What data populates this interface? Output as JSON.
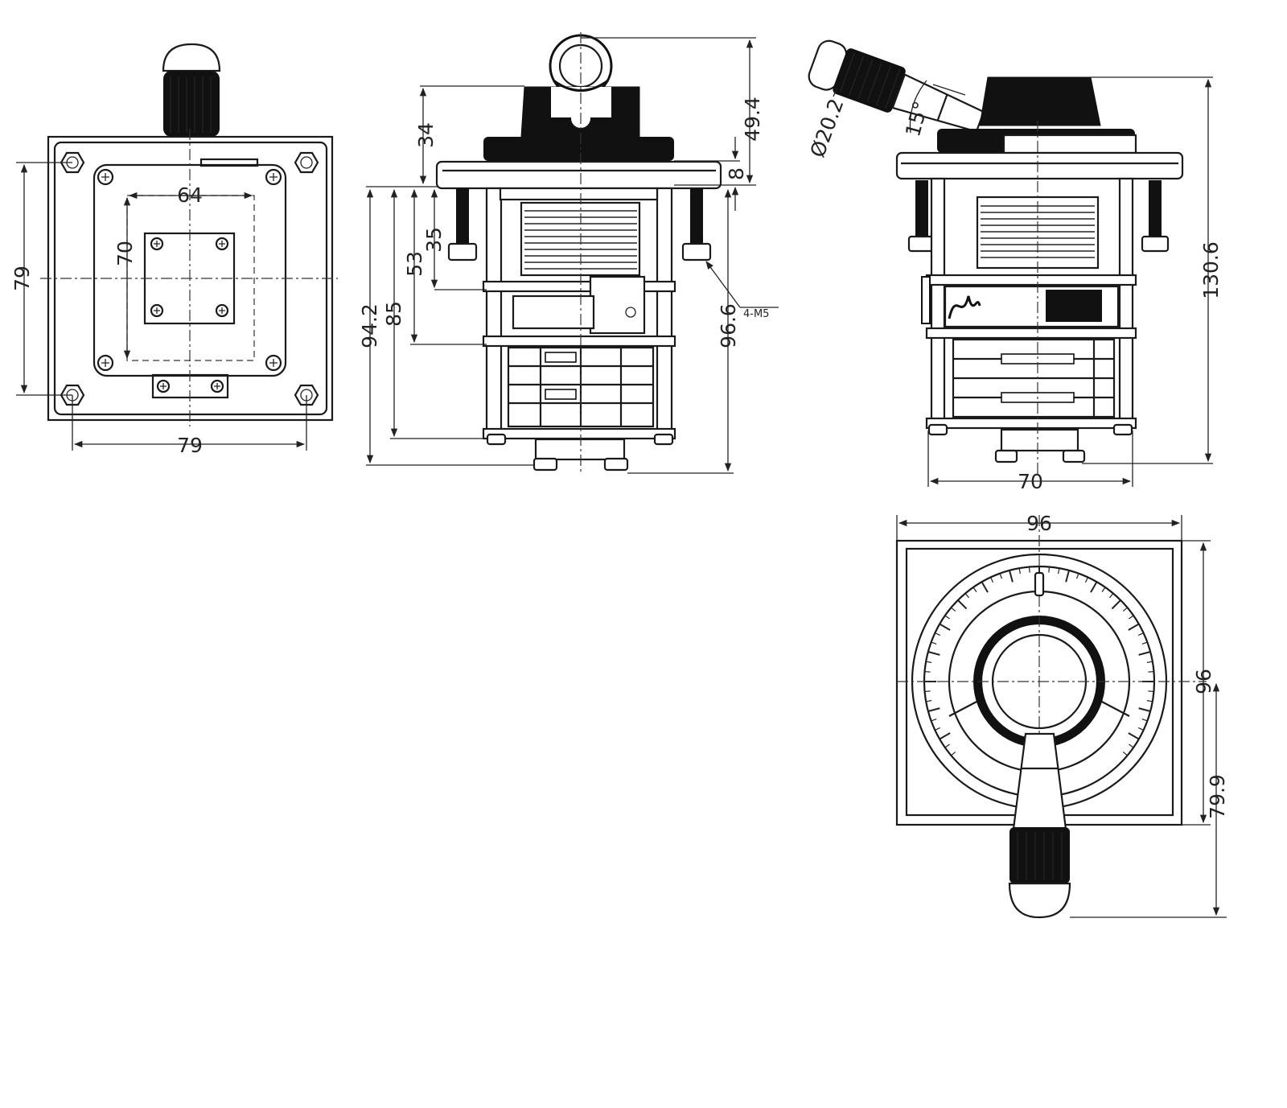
{
  "top_view": {
    "dim_width": "79",
    "dim_height": "79",
    "dim_inner_width": "64",
    "dim_inner_height": "70"
  },
  "front_view": {
    "dim_knob_top": "49.4",
    "dim_cap_height": "34",
    "dim_plate": "8",
    "dim_35": "35",
    "dim_53": "53",
    "dim_85": "85",
    "dim_94_2": "94.2",
    "dim_96_6": "96.6",
    "screw_callout": "4-M5"
  },
  "side_view": {
    "dim_handle_diameter": "Ø20.2",
    "dim_angle": "15°",
    "dim_total_height": "130.6",
    "dim_width": "70"
  },
  "dial_view": {
    "dim_width": "96",
    "dim_height": "96",
    "dim_handle": "79.9"
  }
}
